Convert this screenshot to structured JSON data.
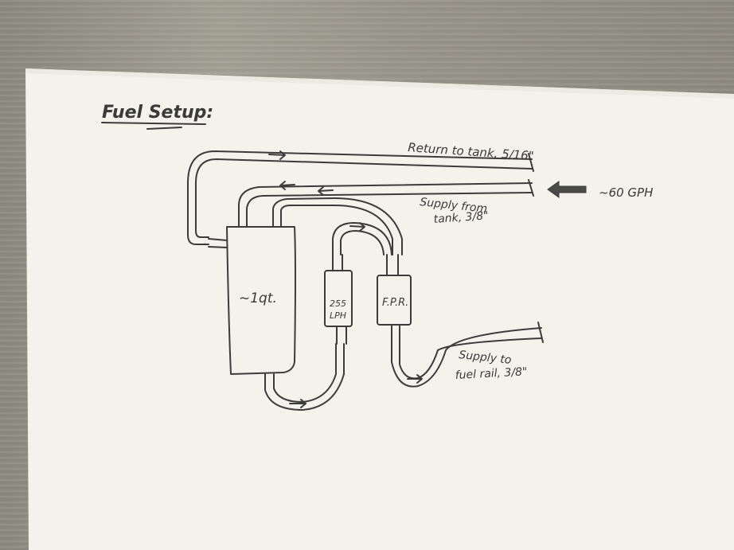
{
  "title": "Fuel Setup:",
  "labels": {
    "return": "Return to tank, 5/16\"",
    "supply_tank_line1": "Supply from",
    "supply_tank_line2": "tank, 3/8\"",
    "flow_rate": "~60 GPH",
    "reservoir": "~1qt.",
    "pump_line1": "255",
    "pump_line2": "LPH",
    "fpr": "F.P.R.",
    "supply_rail_line1": "Supply to",
    "supply_rail_line2": "fuel rail, 3/8\""
  },
  "colors": {
    "paper": "#f4f3ee",
    "pencil": "#3c3c3c",
    "table": "#9a978b"
  }
}
